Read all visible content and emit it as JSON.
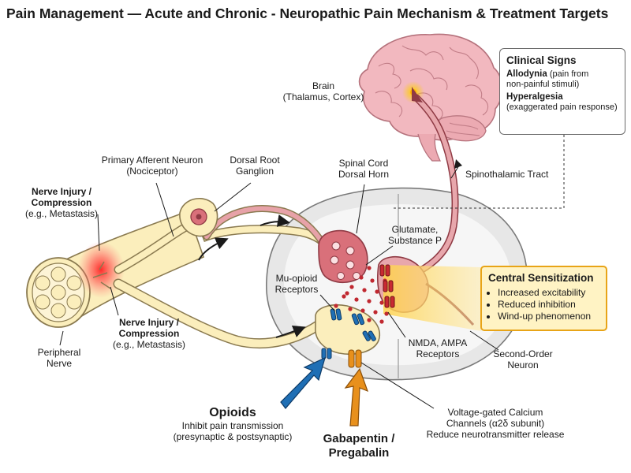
{
  "title": "Pain Management — Acute and Chronic - Neuropathic Pain Mechanism & Treatment Targets",
  "labels": {
    "brain": [
      "Brain",
      "(Thalamus, Cortex)"
    ],
    "primary_afferent": [
      "Primary Afferent Neuron",
      "(Nociceptor)"
    ],
    "drg": [
      "Dorsal Root",
      "Ganglion"
    ],
    "spinal_cord": [
      "Spinal Cord",
      "Dorsal Horn"
    ],
    "spinothalamic": "Spinothalamic Tract",
    "injury_top": [
      "Nerve Injury /",
      "Compression",
      "(e.g., Metastasis)"
    ],
    "injury_bottom": [
      "Nerve Injury /",
      "Compression",
      "(e.g., Metastasis)"
    ],
    "glutamate": [
      "Glutamate,",
      "Substance P"
    ],
    "mu_opioid": [
      "Mu-opioid",
      "Receptors"
    ],
    "nmda": [
      "NMDA, AMPA",
      "Receptors"
    ],
    "second_order": [
      "Second-Order",
      "Neuron"
    ],
    "peripheral_nerve": [
      "Peripheral",
      "Nerve"
    ],
    "opioids_name": "Opioids",
    "opioids_desc": [
      "Inhibit pain transmission",
      "(presynaptic & postsynaptic)"
    ],
    "gaba_name": [
      "Gabapentin /",
      "Pregabalin"
    ],
    "vgcc": [
      "Voltage-gated Calcium",
      "Channels (α2δ subunit)",
      "Reduce neurotransmitter release"
    ]
  },
  "clinical_signs": {
    "heading": "Clinical Signs",
    "items": [
      {
        "term": "Allodynia",
        "desc_a": " (pain from",
        "desc_b": "non-painful stimuli)"
      },
      {
        "term": "Hyperalgesia",
        "desc_a": "",
        "desc_b": "(exaggerated pain response)"
      }
    ]
  },
  "central_sensitization": {
    "heading": "Central Sensitization",
    "items": [
      "Increased excitability",
      "Reduced inhibition",
      "Wind-up phenomenon"
    ]
  },
  "colors": {
    "nerve_fill": "#fbeebc",
    "nerve_stroke": "#8a7a50",
    "neuron_red": "#c9505a",
    "pathway_pink": "#e8a7ac",
    "brain_pink": "#f2b8bf",
    "cord_gray": "#e6e6e6",
    "blue_receptor": "#1f6fb5",
    "orange_channel": "#e8901c",
    "injury_red": "#ff2a2a",
    "highlight_yellow": "#ffe58a",
    "box_border_orange": "#e8a417"
  }
}
